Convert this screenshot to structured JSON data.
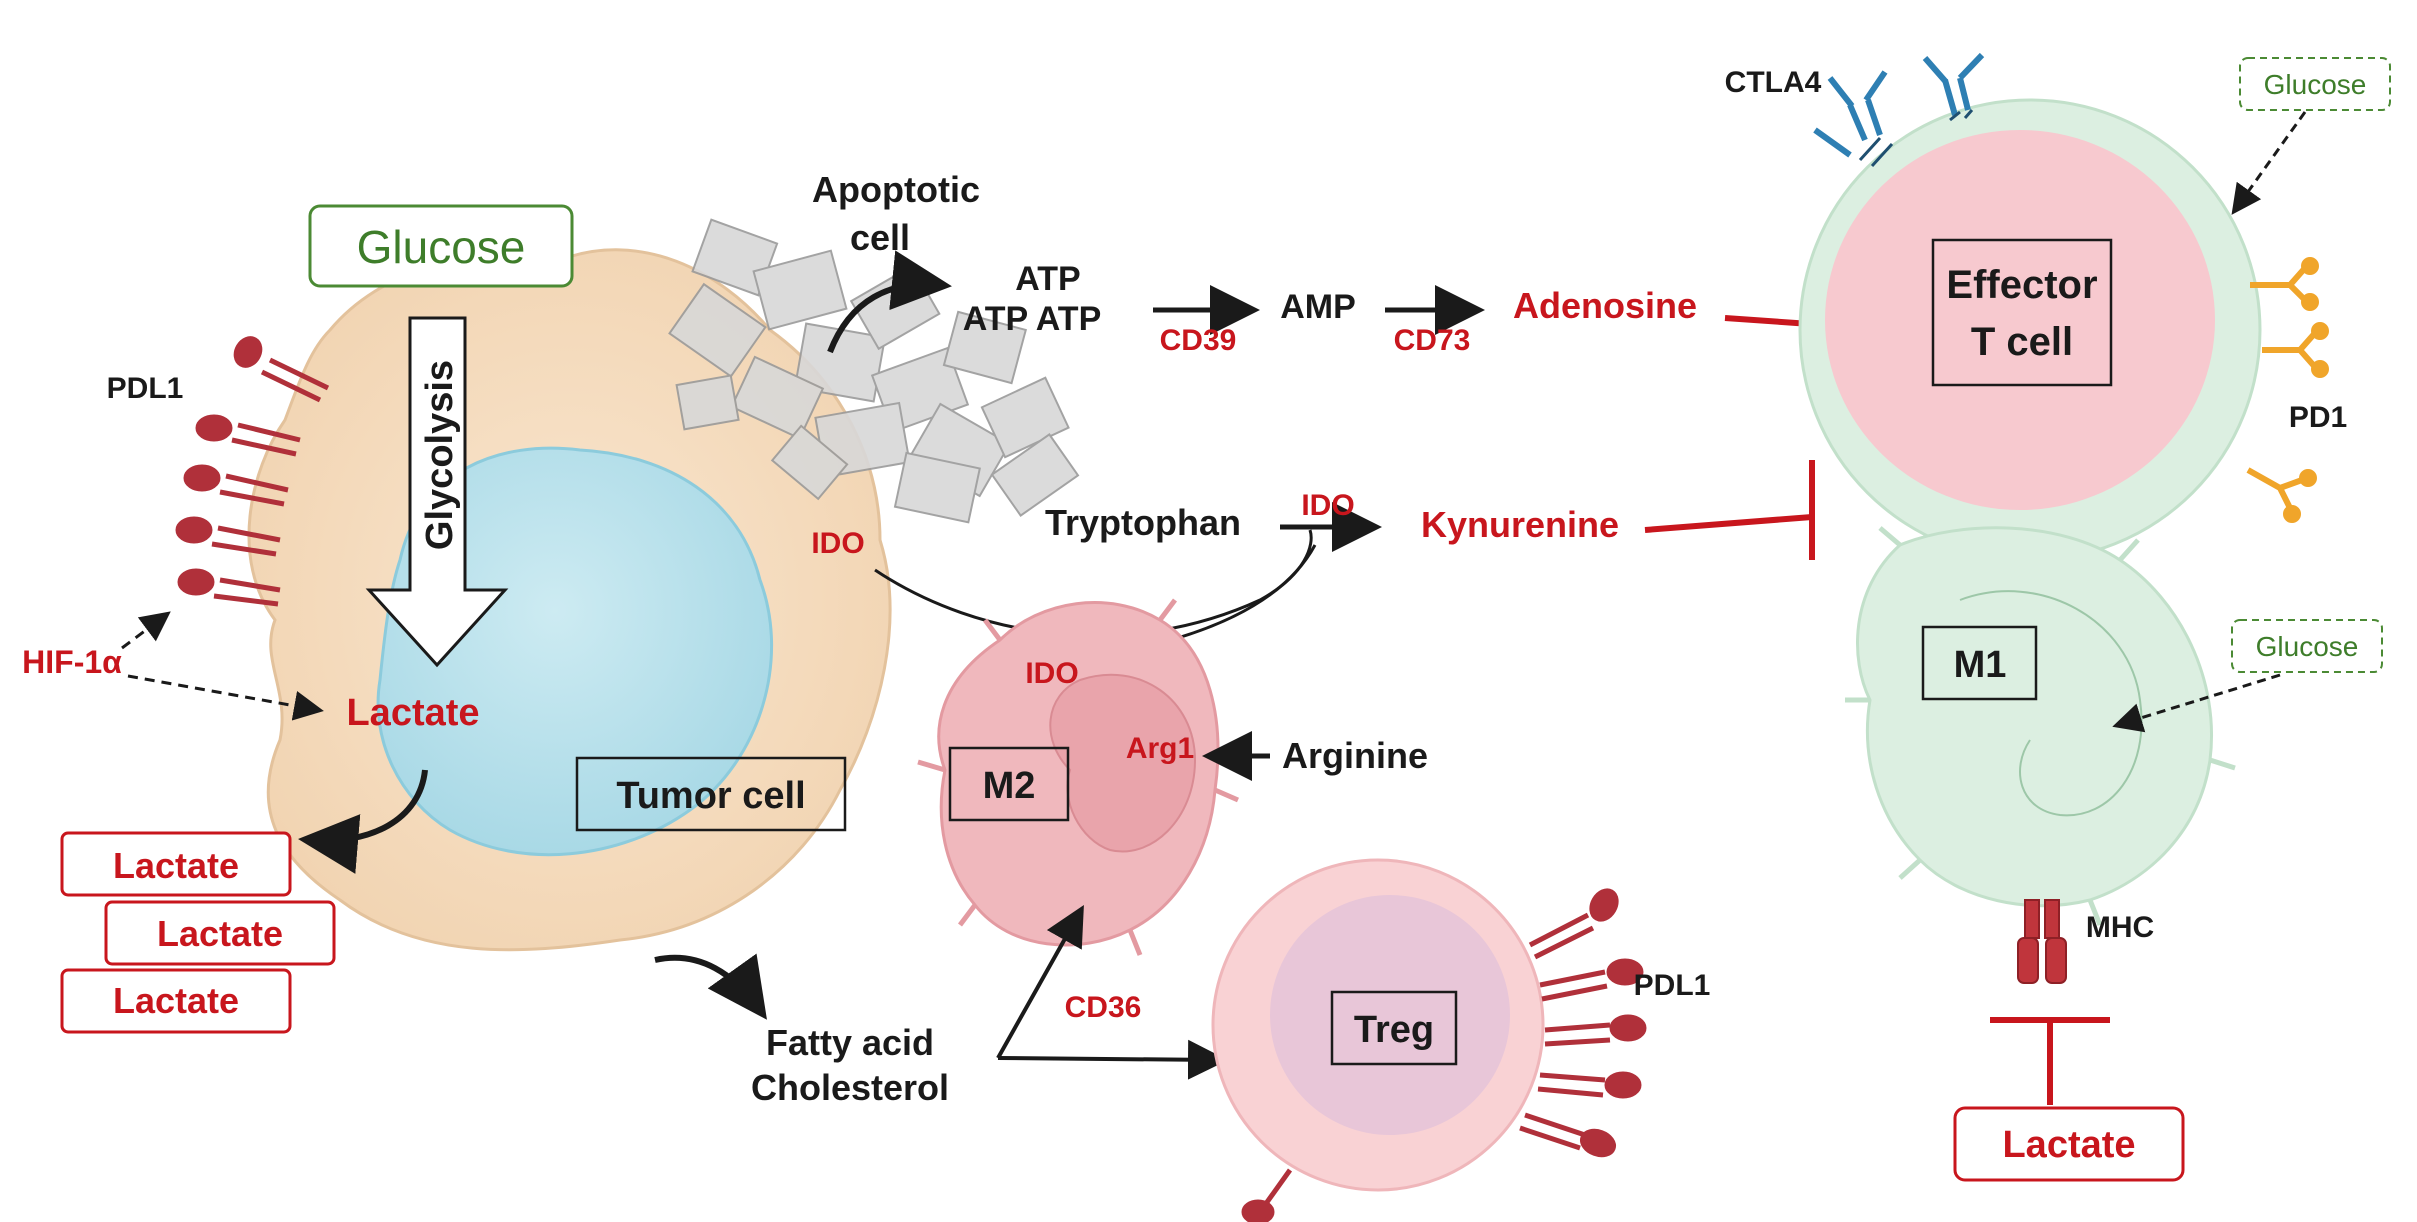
{
  "colors": {
    "red": "#c8161d",
    "green": "#3e7d2a",
    "black": "#1a1a1a",
    "tumor_fill": "#f6dcc0",
    "nucleus_fill": "#bfe3ec",
    "m2_fill": "#f0b8bd",
    "treg_fill": "#f9d2d4",
    "treg_nucleus": "#e8c6d8",
    "effector_fill": "#dcefe1",
    "effector_nucleus": "#f7c9cf",
    "m1_fill": "#dcefe1",
    "pdl1": "#b0303a",
    "ctla4": "#2e7fb3",
    "pd1": "#f0a52a",
    "mhc": "#c0353c"
  },
  "labels": {
    "glucose_main": "Glucose",
    "glycolysis": "Glycolysis",
    "lactate_inner": "Lactate",
    "tumor_cell": "Tumor cell",
    "pdl1_left": "PDL1",
    "hif": "HIF-1α",
    "lactate_box": [
      "Lactate",
      "Lactate",
      "Lactate"
    ],
    "apoptotic_line1": "Apoptotic",
    "apoptotic_line2": "cell",
    "atp_line1": "ATP",
    "atp_line2": "ATP ATP",
    "cd39": "CD39",
    "amp": "AMP",
    "cd73": "CD73",
    "adenosine": "Adenosine",
    "ido_tumor": "IDO",
    "tryptophan": "Tryptophan",
    "ido_arrow": "IDO",
    "kynurenine": "Kynurenine",
    "ido_m2": "IDO",
    "arg1": "Arg1",
    "arginine": "Arginine",
    "m2": "M2",
    "cd36": "CD36",
    "fatty_acid": "Fatty acid",
    "cholesterol": "Cholesterol",
    "treg": "Treg",
    "pdl1_treg": "PDL1",
    "ctla4": "CTLA4",
    "glucose_effector": "Glucose",
    "effector_line1": "Effector",
    "effector_line2": "T cell",
    "pd1": "PD1",
    "m1": "M1",
    "glucose_m1": "Glucose",
    "mhc": "MHC",
    "lactate_bottom": "Lactate"
  }
}
